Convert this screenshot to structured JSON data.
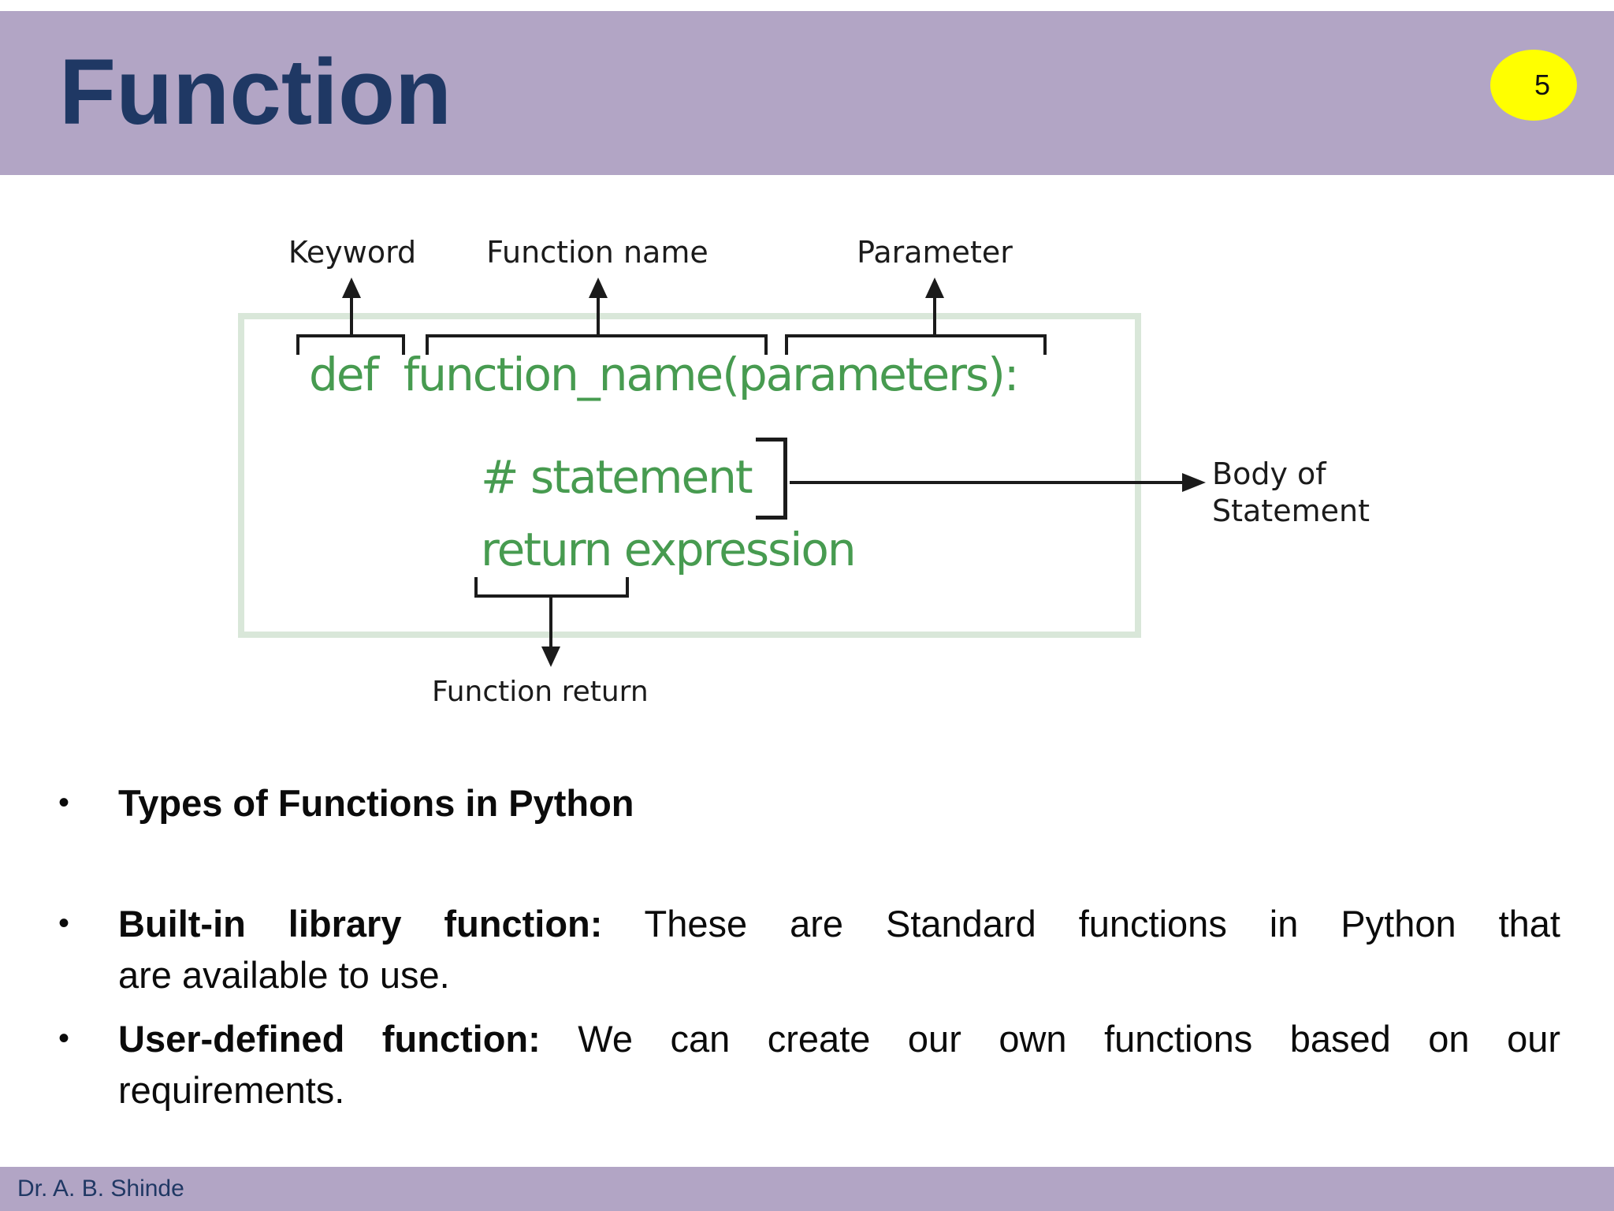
{
  "colors": {
    "header-purple": "#b2a5c5",
    "title-navy": "#1f3864",
    "badge-yellow": "#ffff00",
    "code-green": "#479b50",
    "box-border-green": "#d9e7d9",
    "ink-black": "#1b1b1b",
    "footer-text-navy": "#203864"
  },
  "header": {
    "title": "Function",
    "page_number": "5"
  },
  "diagram": {
    "label_keyword": "Keyword",
    "label_function_name": "Function name",
    "label_parameter": "Parameter",
    "code_def_line": "def  function_name(parameters):",
    "code_statement": "# statement",
    "code_return": "return expression",
    "label_body_line1": "Body of",
    "label_body_line2": "Statement",
    "label_function_return": "Function return"
  },
  "bullets": [
    {
      "lead": "Types of Functions in Python",
      "rest_line1": "",
      "line2": ""
    },
    {
      "lead": "Built-in library function:",
      "rest_line1": " These are Standard functions in Python that",
      "line2": "are available to use."
    },
    {
      "lead": "User-defined function:",
      "rest_line1": " We can create our own functions based on our",
      "line2": "requirements."
    }
  ],
  "footer": {
    "author": "Dr. A. B. Shinde"
  }
}
